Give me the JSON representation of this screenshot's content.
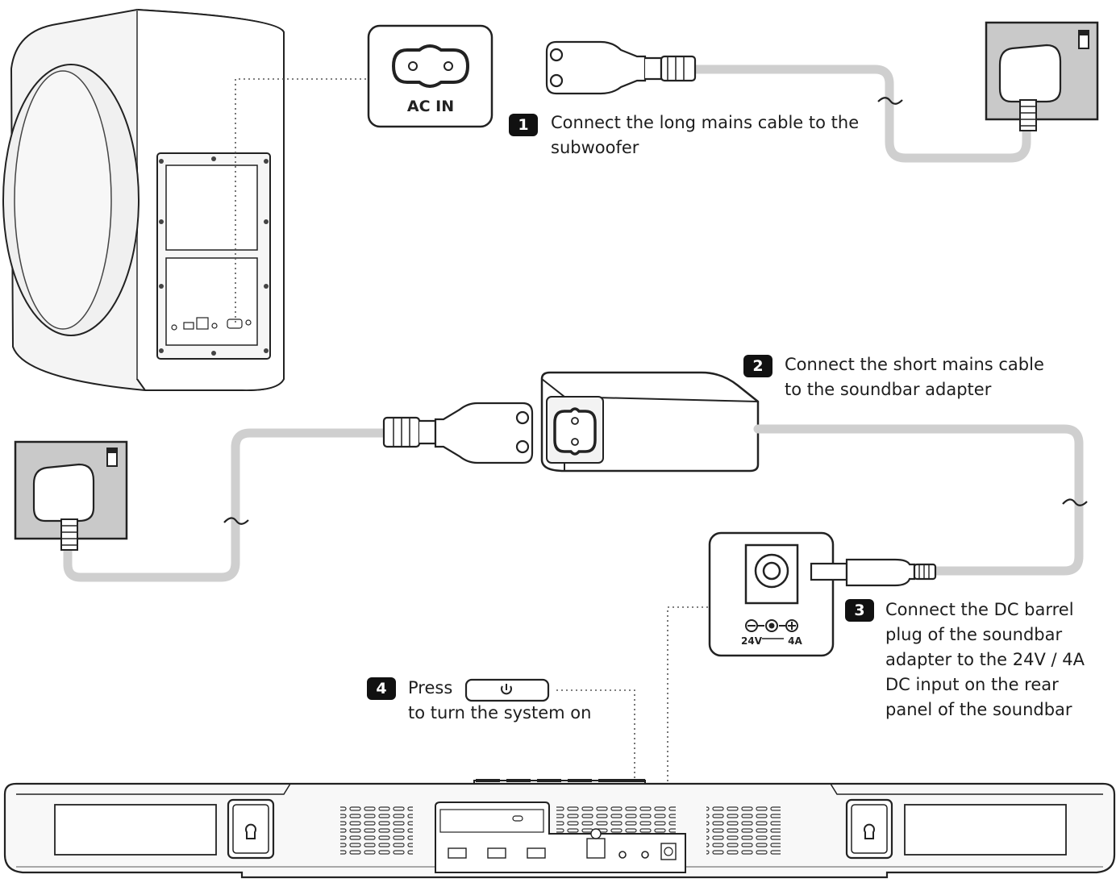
{
  "ports": {
    "ac_in": "AC IN",
    "dc_voltage": "24V",
    "dc_current": "4A"
  },
  "steps": [
    {
      "number": "1",
      "lines": [
        "Connect the long mains cable to the",
        "subwoofer"
      ]
    },
    {
      "number": "2",
      "lines": [
        "Connect the short mains cable",
        "to the soundbar adapter"
      ]
    },
    {
      "number": "3",
      "lines": [
        "Connect the DC barrel",
        "plug of the soundbar",
        "adapter to the 24V / 4A",
        "DC input on the rear",
        "panel of the soundbar"
      ]
    },
    {
      "number": "4",
      "lines": [
        "Press",
        "to turn the system on"
      ]
    }
  ],
  "icons": {
    "power": "power-icon",
    "keyhole": "keyhole-icon",
    "plug": "mains-plug-icon",
    "cable_break": "cable-break-icon"
  },
  "colors": {
    "cable": "#cfcfcf",
    "outlet": "#c9c9c9",
    "badge": "#111111",
    "outline": "#222222"
  }
}
